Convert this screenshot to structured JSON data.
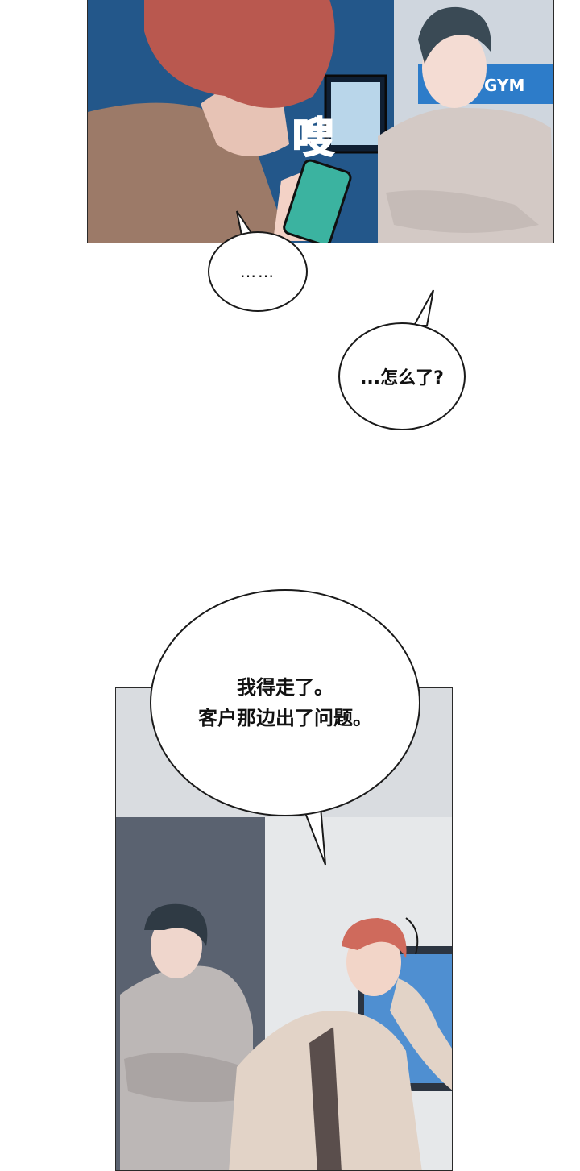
{
  "panel_top": {
    "sign_text": "GYM",
    "sfx": "嗖"
  },
  "bubbles": {
    "ellipsis": "……",
    "what_happened": "...怎么了?",
    "leave_line1": "我得走了。",
    "leave_line2": "客户那边出了问题。"
  },
  "colors": {
    "sfx": "#6a2f5a",
    "bubble_border": "#1a1a1a",
    "panel_border": "#2a2a2a"
  }
}
